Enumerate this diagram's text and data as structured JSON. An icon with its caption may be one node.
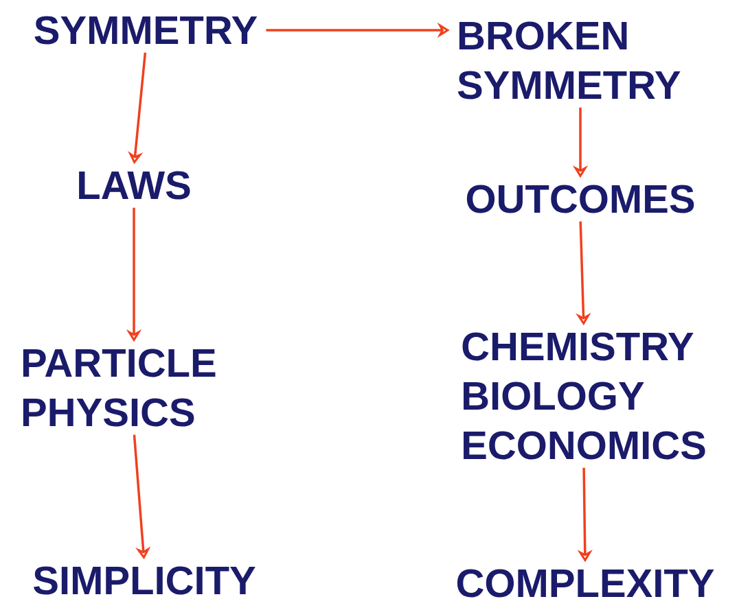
{
  "diagram": {
    "nodes": [
      {
        "text": [
          "SYMMETRY"
        ]
      },
      {
        "text": [
          "LAWS"
        ]
      },
      {
        "text": [
          "PARTICLE PHYSICS"
        ]
      },
      {
        "text": [
          "SIMPLICITY"
        ]
      },
      {
        "text": [
          "BROKEN SYMMETRY"
        ]
      },
      {
        "text": [
          "OUTCOMES"
        ]
      },
      {
        "text": [
          "CHEMISTRY",
          "BIOLOGY",
          "ECONOMICS"
        ]
      },
      {
        "text": [
          "COMPLEXITY"
        ]
      }
    ],
    "edges": [
      {
        "from": 0,
        "to": 4,
        "arrow": "to"
      },
      {
        "from": 0,
        "to": 1,
        "arrow": "to"
      },
      {
        "from": 1,
        "to": 2,
        "arrow": "to"
      },
      {
        "from": 2,
        "to": 3,
        "arrow": "to"
      },
      {
        "from": 4,
        "to": 5,
        "arrow": "to"
      },
      {
        "from": 5,
        "to": 6,
        "arrow": "to"
      },
      {
        "from": 6,
        "to": 7,
        "arrow": "to"
      }
    ]
  }
}
